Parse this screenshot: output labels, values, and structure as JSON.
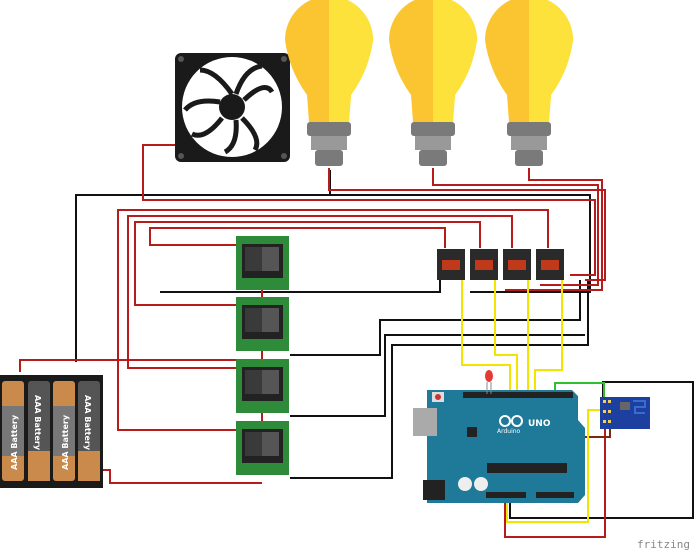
{
  "diagram": {
    "components": {
      "fan": {
        "label": ""
      },
      "bulbs": [
        {
          "label": ""
        },
        {
          "label": ""
        },
        {
          "label": ""
        }
      ],
      "relays": [
        {
          "label": ""
        },
        {
          "label": ""
        },
        {
          "label": ""
        },
        {
          "label": ""
        }
      ],
      "switches": [
        {
          "label": ""
        },
        {
          "label": ""
        },
        {
          "label": ""
        },
        {
          "label": ""
        }
      ],
      "battery_pack": {
        "cells": [
          "AAA Battery",
          "AAA Battery",
          "AAA Battery",
          "AAA Battery"
        ]
      },
      "arduino": {
        "model": "UNO",
        "brand": "Arduino"
      },
      "wifi_module": {
        "label": ""
      },
      "led": {
        "color": "#e53935"
      }
    },
    "wire_colors": {
      "red": "#b71c1c",
      "black": "#111111",
      "yellow": "#f2e600",
      "green": "#2ec02e"
    },
    "watermark": "fritzing"
  }
}
